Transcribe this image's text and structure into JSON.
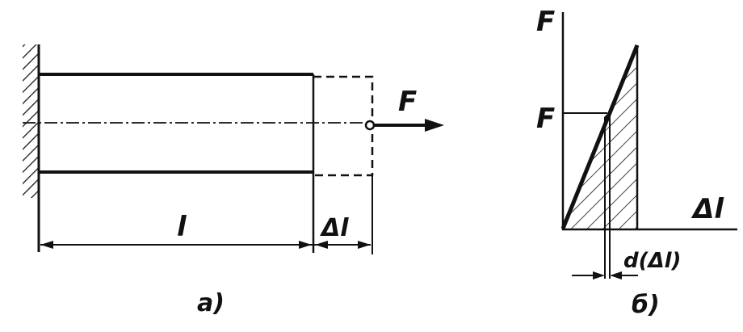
{
  "diagram_a": {
    "length_label": "l",
    "elongation_label": "Δl",
    "force_label": "F",
    "caption": "а)"
  },
  "diagram_b": {
    "y_axis_label": "F",
    "force_level_label": "F",
    "x_axis_label": "Δl",
    "increment_label": "d(Δl)",
    "caption": "б)"
  },
  "colors": {
    "ink": "#111111",
    "background": "#ffffff"
  }
}
